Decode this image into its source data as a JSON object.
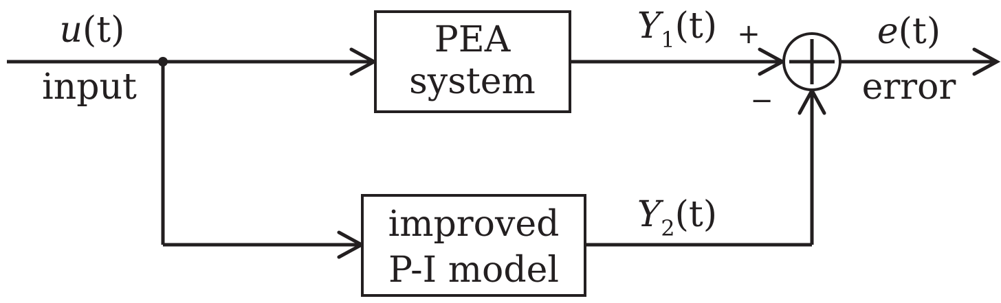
{
  "diagram": {
    "signals": {
      "input_var": "u",
      "input_arg": "(t)",
      "input_label": "input",
      "y1_var": "Y",
      "y1_sub": "1",
      "y1_arg": "(t)",
      "y2_var": "Y",
      "y2_sub": "2",
      "y2_arg": "(t)",
      "error_var": "e",
      "error_arg": "(t)",
      "error_label": "error"
    },
    "blocks": {
      "pea_line1": "PEA",
      "pea_line2": "system",
      "model_line1": "improved",
      "model_line2": "P-I model"
    },
    "summing_junction": {
      "plus_sign": "+",
      "minus_sign": "−"
    },
    "colors": {
      "ink": "#231f20",
      "background": "#ffffff"
    }
  }
}
